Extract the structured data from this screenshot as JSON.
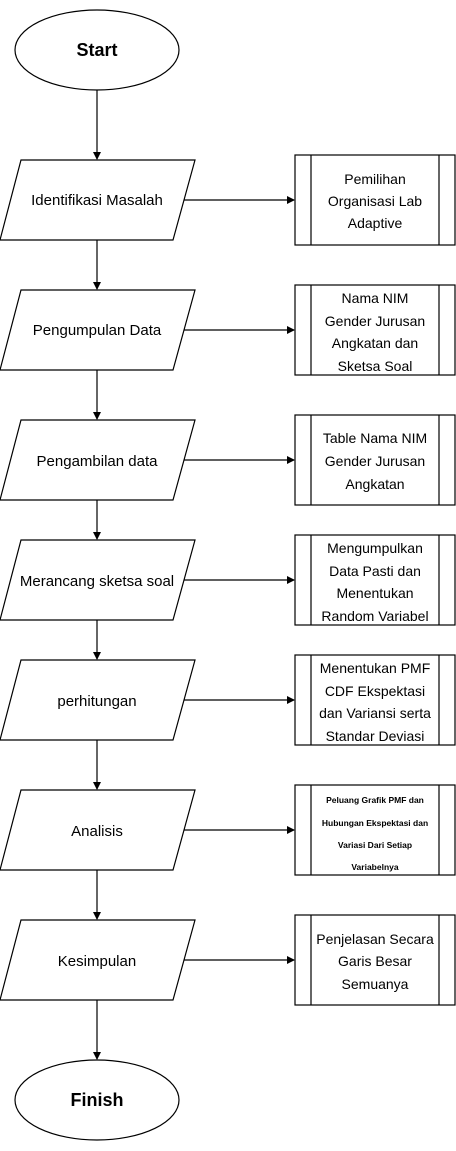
{
  "start": {
    "label": "Start"
  },
  "finish": {
    "label": "Finish"
  },
  "steps": [
    {
      "label": "Identifikasi Masalah",
      "note": [
        "Pemilihan",
        "Organisasi Lab",
        "Adaptive"
      ]
    },
    {
      "label": "Pengumpulan Data",
      "note": [
        "Nama NIM",
        "Gender Jurusan",
        "Angkatan dan",
        "Sketsa Soal"
      ]
    },
    {
      "label": "Pengambilan data",
      "note": [
        "Table Nama NIM",
        "Gender Jurusan",
        "Angkatan"
      ]
    },
    {
      "label": "Merancang sketsa soal",
      "note": [
        "Mengumpulkan",
        "Data Pasti dan",
        "Menentukan",
        "Random Variabel"
      ]
    },
    {
      "label": "perhitungan",
      "note": [
        "Menentukan PMF",
        "CDF Ekspektasi",
        "dan Variansi serta",
        "Standar Deviasi"
      ]
    },
    {
      "label": "Analisis",
      "note": [
        "Peluang Grafik PMF dan",
        "Hubungan Ekspektasi dan",
        "Variasi Dari Setiap",
        "Variabelnya"
      ]
    },
    {
      "label": "Kesimpulan",
      "note": [
        "Penjelasan Secara",
        "Garis Besar",
        "Semuanya"
      ]
    }
  ],
  "colors": {
    "stroke": "#000000",
    "fill": "#ffffff",
    "text": "#000000"
  }
}
